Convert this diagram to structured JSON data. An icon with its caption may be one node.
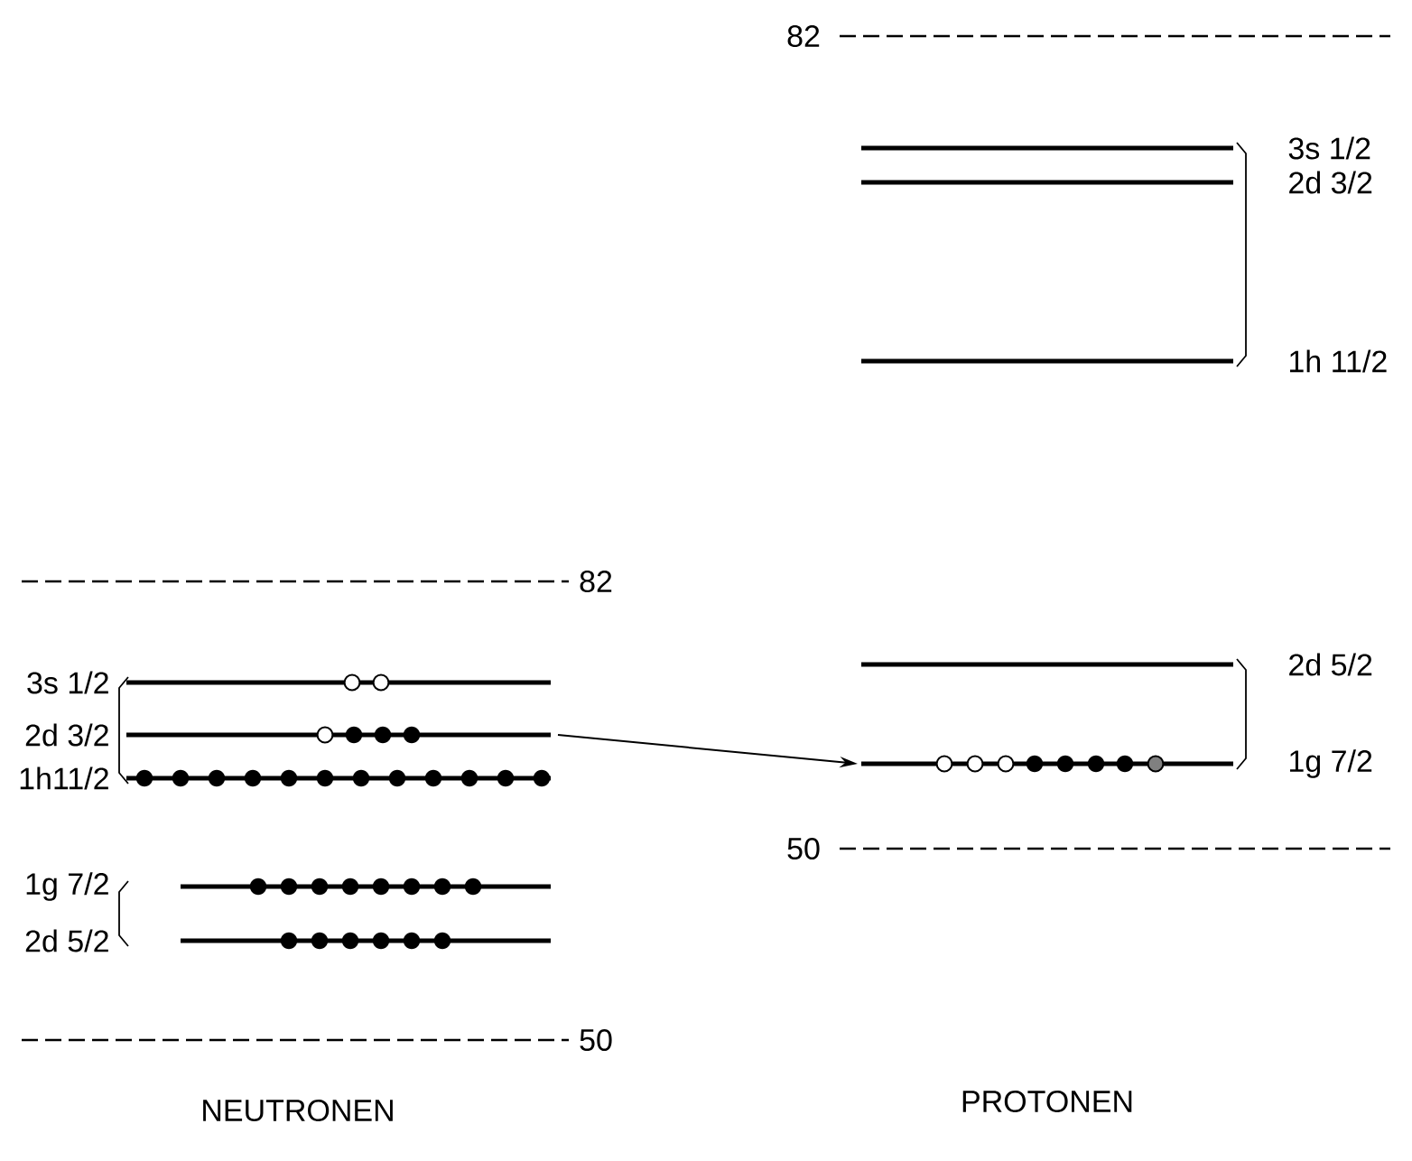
{
  "diagram": {
    "nodes": [
      {
        "text": [],
        "shape": "bar",
        "beside": [
          "3s 1/2"
        ]
      },
      {
        "text": [],
        "shape": "bar",
        "beside": [
          "2d 3/2"
        ]
      },
      {
        "text": [],
        "shape": "bar",
        "beside": [
          "1h 11/2"
        ]
      },
      {
        "text": [],
        "shape": "bar",
        "beside": [
          "3s 1/2"
        ]
      },
      {
        "text": [],
        "shape": "bar",
        "beside": [
          "2d 3/2"
        ]
      },
      {
        "text": [],
        "shape": "bar",
        "beside": [
          "1h11/2"
        ]
      },
      {
        "text": [],
        "shape": "bar",
        "beside": [
          "2d 5/2"
        ]
      },
      {
        "text": [],
        "shape": "bar",
        "beside": [
          "1g 7/2"
        ]
      },
      {
        "text": [],
        "shape": "bar",
        "beside": [
          "1g 7/2"
        ]
      },
      {
        "text": [],
        "shape": "bar",
        "beside": [
          "2d 5/2"
        ]
      }
    ],
    "edges": [
      {
        "from": 4,
        "to": 7,
        "arrow": "to"
      }
    ],
    "labels": [
      "82",
      "82",
      "50",
      "50",
      "NEUTRONEN",
      "PROTONEN"
    ]
  }
}
